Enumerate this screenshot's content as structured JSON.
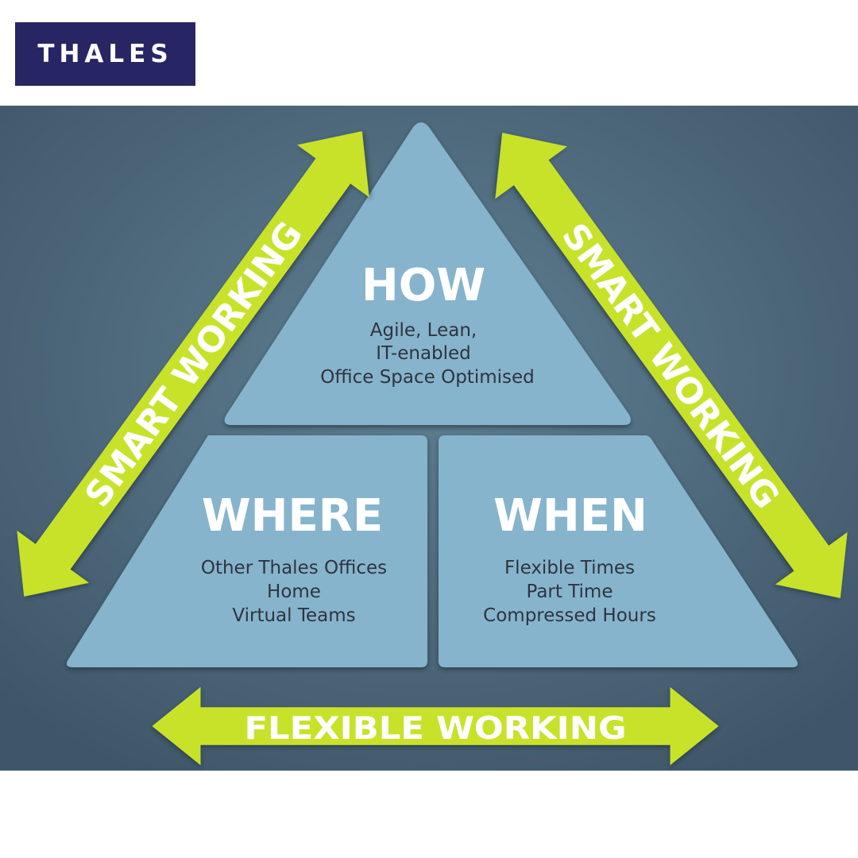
{
  "logo": {
    "text": "THALES"
  },
  "arrows": {
    "left": "SMART WORKING",
    "right": "SMART WORKING",
    "bottom": "FLEXIBLE WORKING"
  },
  "how": {
    "title": "HOW",
    "lines": [
      "Agile, Lean,",
      "IT-enabled",
      "Office Space Optimised"
    ]
  },
  "where": {
    "title": "WHERE",
    "lines": [
      "Other Thales Offices",
      "Home",
      "Virtual Teams"
    ]
  },
  "when": {
    "title": "WHEN",
    "lines": [
      "Flexible Times",
      "Part Time",
      "Compressed Hours"
    ]
  },
  "colors": {
    "arrow": "#c8e22a",
    "segment": "#86b4cc",
    "background": "#4b6679",
    "logo": "#282565"
  }
}
